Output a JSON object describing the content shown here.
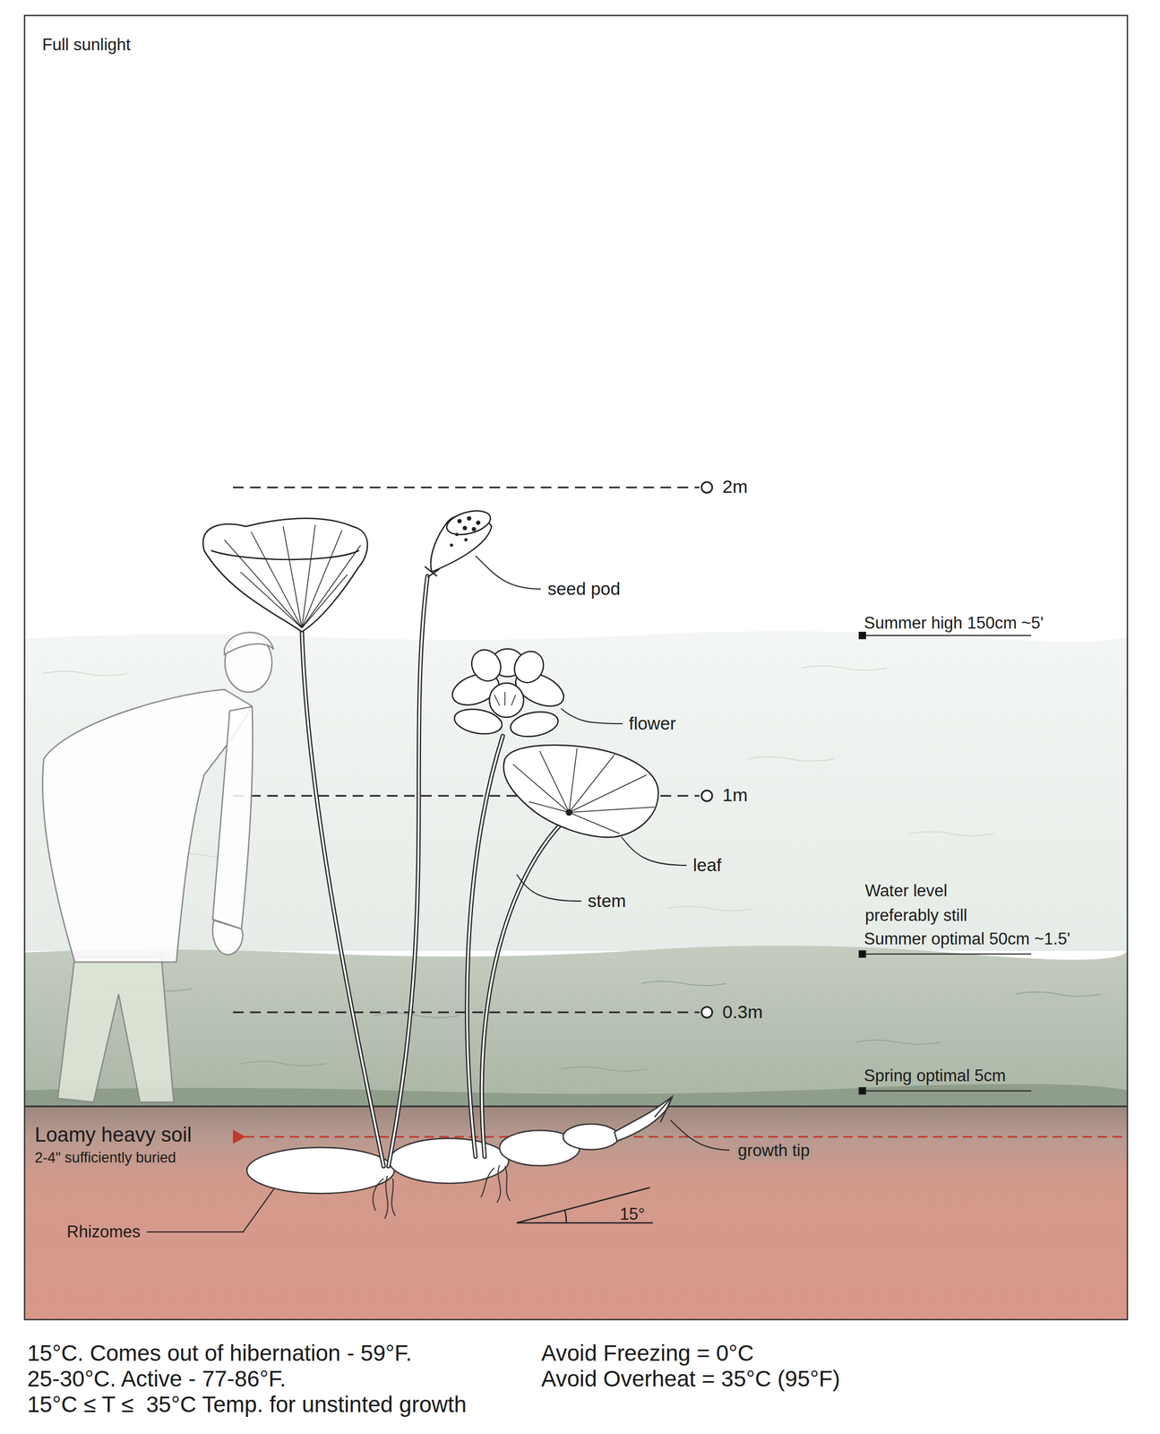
{
  "diagram": {
    "labels": [
      "Full sunlight",
      "2m",
      "seed pod",
      "Summer high 150cm ~5'",
      "flower",
      "1m",
      "leaf",
      "Water level preferably still",
      "stem",
      "Summer optimal 50cm ~1.5'",
      "0.3m",
      "Spring optimal 5cm",
      "Loamy heavy soil",
      "2-4\" sufficiently buried",
      "growth tip",
      "Rhizomes",
      "15°",
      "15°C. Comes out of hibernation - 59°F.",
      "Avoid Freezing = 0°C",
      "25-30°C. Active - 77-86°F.",
      "Avoid Overheat = 35°C (95°F)",
      "15°C ≤ T ≤  35°C Temp. for unstinted growth"
    ]
  }
}
